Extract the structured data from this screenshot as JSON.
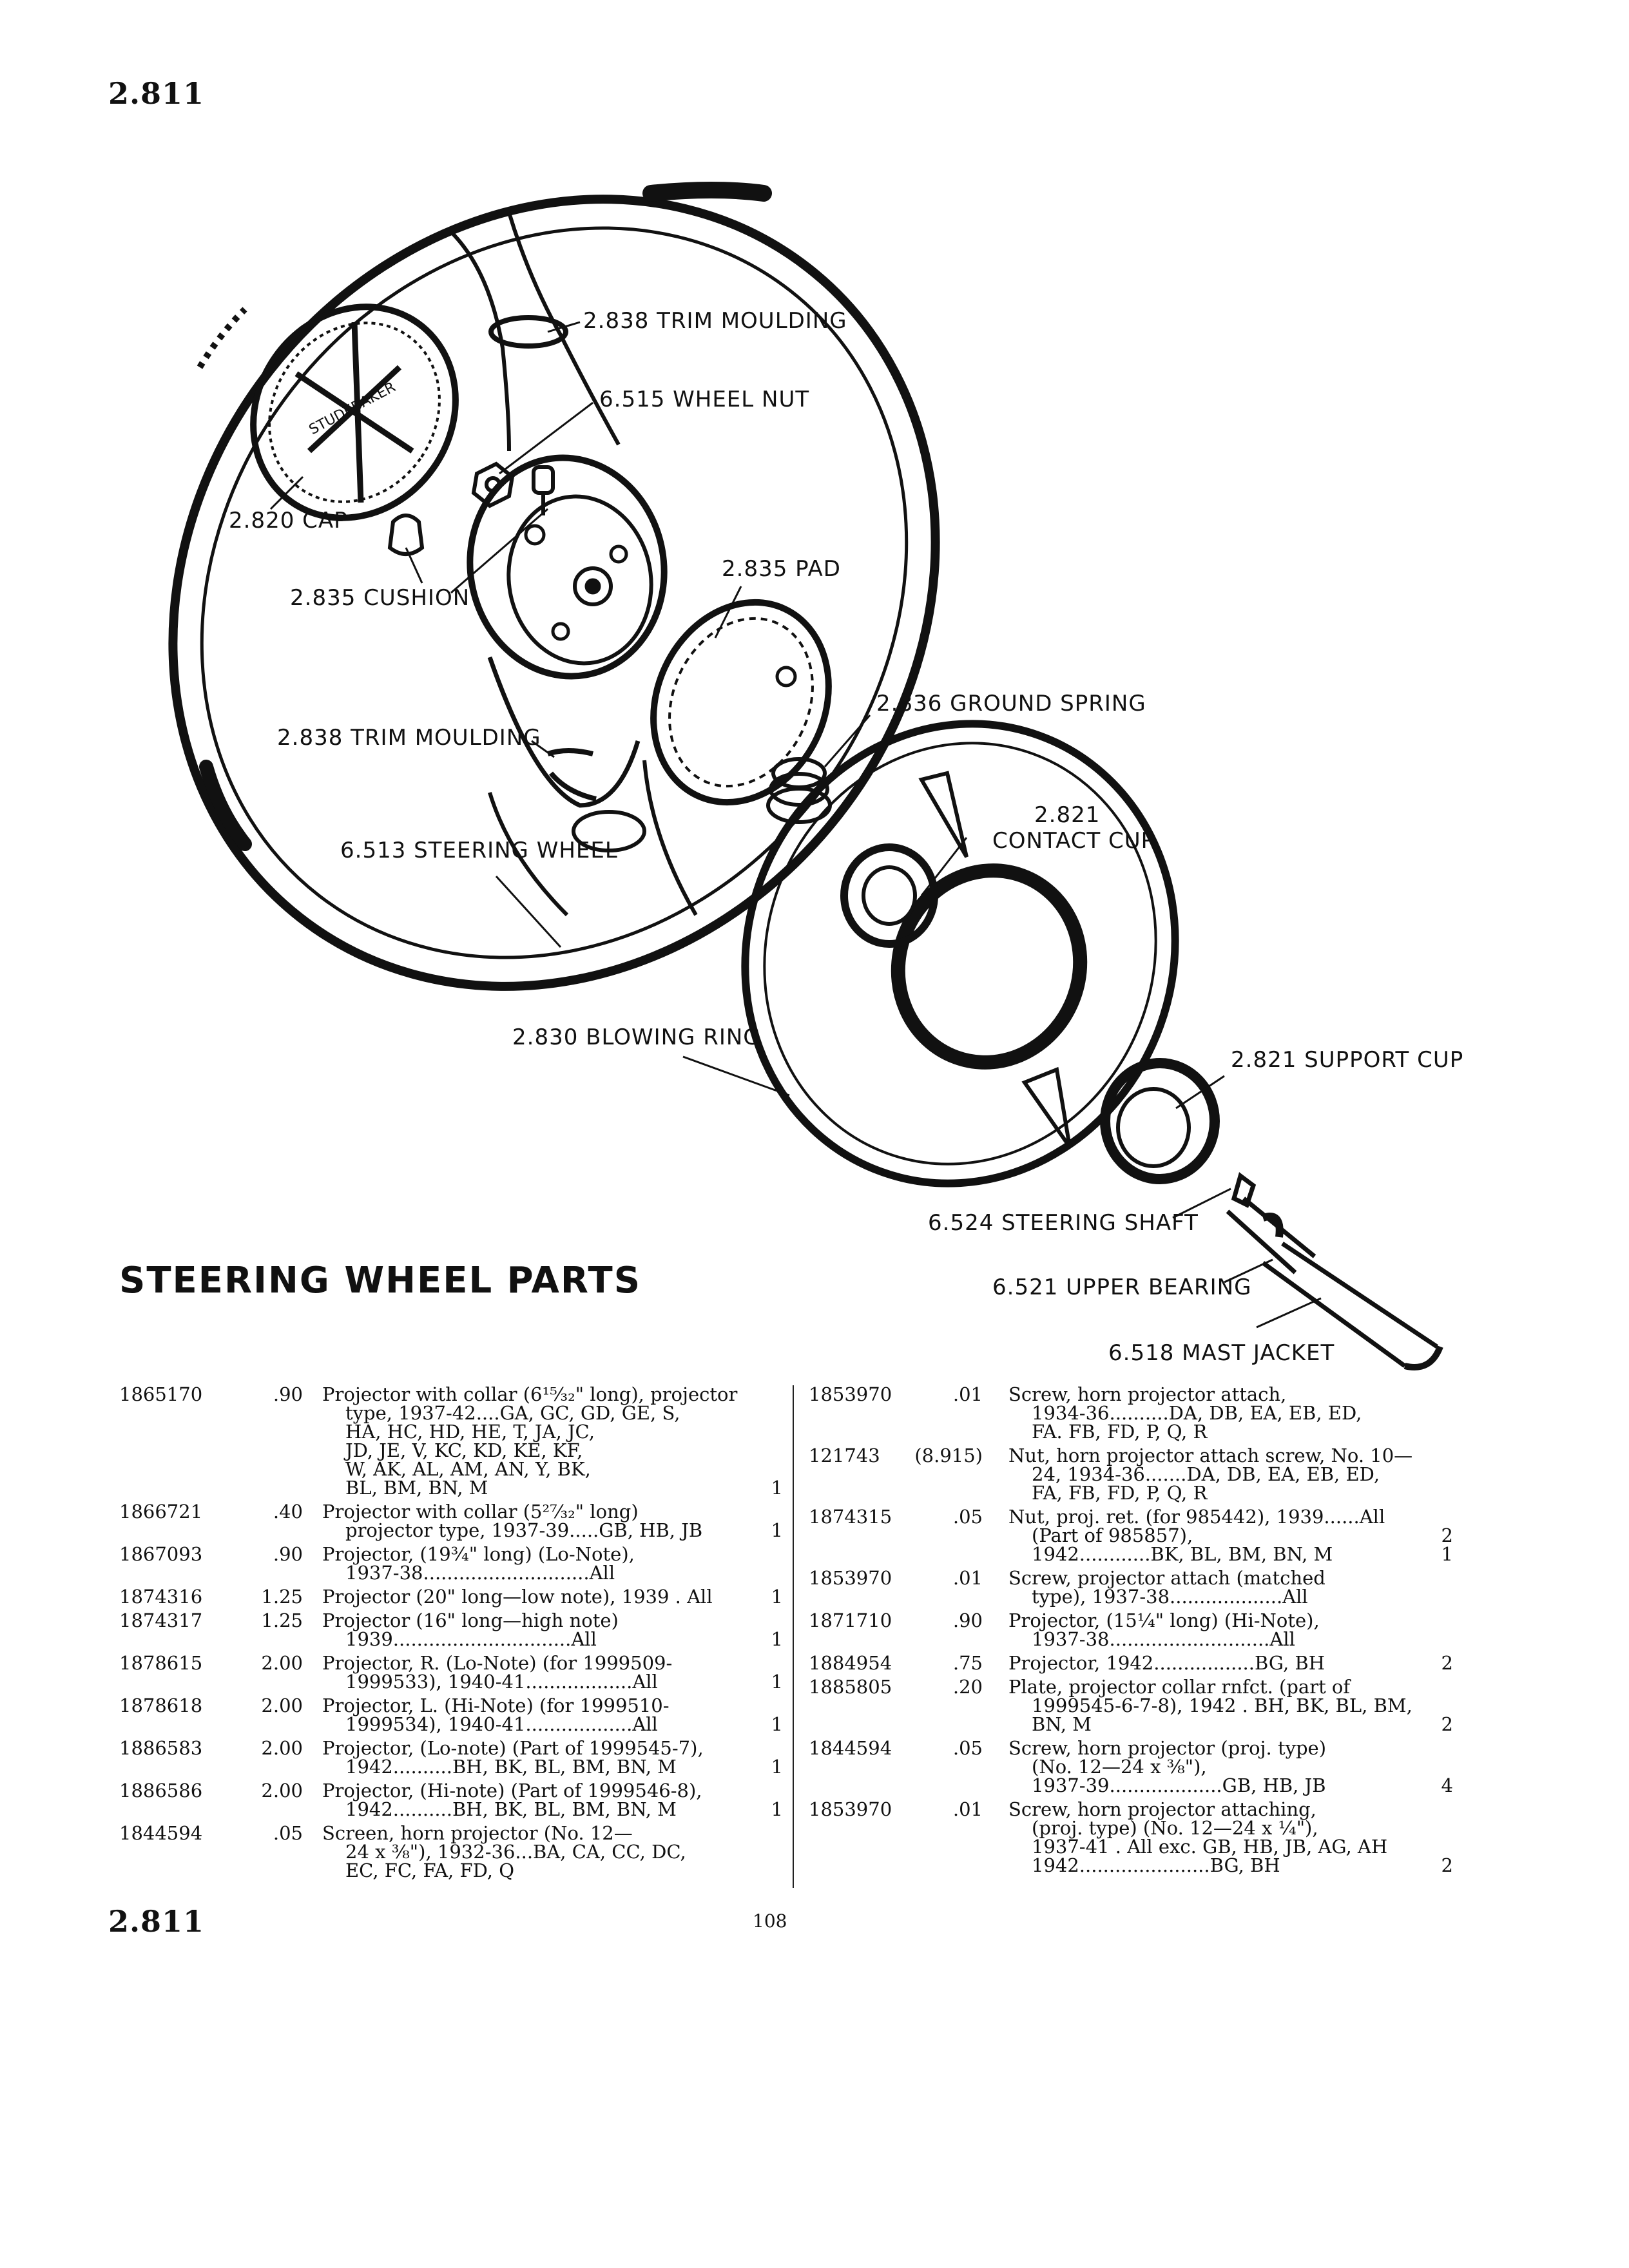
{
  "header": {
    "section_top": "2.811",
    "section_bottom": "2.811",
    "page_number": "108"
  },
  "title": "STEERING WHEEL PARTS",
  "callouts": [
    {
      "id": "trim-moulding-top",
      "text": "2.838 TRIM MOULDING"
    },
    {
      "id": "wheel-nut",
      "text": "6.515 WHEEL NUT"
    },
    {
      "id": "cap",
      "text": "2.820 CAP"
    },
    {
      "id": "cushion",
      "text": "2.835 CUSHION"
    },
    {
      "id": "pad",
      "text": "2.835 PAD"
    },
    {
      "id": "ground-spring",
      "text": "2.836 GROUND SPRING"
    },
    {
      "id": "trim-moulding-lower",
      "text": "2.838 TRIM MOULDING"
    },
    {
      "id": "contact-cup-no",
      "text": "2.821"
    },
    {
      "id": "contact-cup",
      "text": "CONTACT CUP"
    },
    {
      "id": "steering-wheel",
      "text": "6.513 STEERING WHEEL"
    },
    {
      "id": "blowing-ring",
      "text": "2.830 BLOWING RING"
    },
    {
      "id": "support-cup",
      "text": "2.821 SUPPORT CUP"
    },
    {
      "id": "steering-shaft",
      "text": "6.524 STEERING SHAFT"
    },
    {
      "id": "upper-bearing",
      "text": "6.521 UPPER BEARING"
    },
    {
      "id": "mast-jacket",
      "text": "6.518 MAST JACKET"
    }
  ],
  "emblem_text": "STUDEBAKER",
  "parts_left": [
    {
      "part": "1865170",
      "price": ".90",
      "qty": "1",
      "lines": [
        "Projector with collar (6¹⁵⁄₃₂\" long), projector",
        "type, 1937-42....GA, GC, GD, GE, S,",
        "HA, HC, HD, HE, T, JA, JC,",
        "JD, JE, V, KC, KD, KE, KF,",
        "W, AK, AL, AM, AN, Y, BK,",
        "BL, BM, BN, M"
      ]
    },
    {
      "part": "1866721",
      "price": ".40",
      "qty": "1",
      "lines": [
        "Projector with collar (5²⁷⁄₃₂\" long)",
        "projector type, 1937-39.....GB, HB, JB"
      ]
    },
    {
      "part": "1867093",
      "price": ".90",
      "qty": "",
      "lines": [
        "Projector, (19¾\" long) (Lo-Note),",
        "1937-38............................All"
      ]
    },
    {
      "part": "1874316",
      "price": "1.25",
      "qty": "1",
      "lines": [
        "Projector (20\" long—low note), 1939 . All"
      ]
    },
    {
      "part": "1874317",
      "price": "1.25",
      "qty": "1",
      "lines": [
        "Projector (16\" long—high note)",
        "1939..............................All"
      ]
    },
    {
      "part": "1878615",
      "price": "2.00",
      "qty": "1",
      "lines": [
        "Projector, R. (Lo-Note) (for 1999509-",
        "1999533), 1940-41..................All"
      ]
    },
    {
      "part": "1878618",
      "price": "2.00",
      "qty": "1",
      "lines": [
        "Projector, L. (Hi-Note) (for 1999510-",
        "1999534), 1940-41..................All"
      ]
    },
    {
      "part": "1886583",
      "price": "2.00",
      "qty": "1",
      "lines": [
        "Projector, (Lo-note) (Part of 1999545-7),",
        "1942..........BH, BK, BL, BM, BN, M"
      ]
    },
    {
      "part": "1886586",
      "price": "2.00",
      "qty": "1",
      "lines": [
        "Projector, (Hi-note) (Part of 1999546-8),",
        "1942..........BH, BK, BL, BM, BN, M"
      ]
    },
    {
      "part": "1844594",
      "price": ".05",
      "qty": "",
      "lines": [
        "Screen, horn projector (No. 12—",
        "24 x ⅜\"), 1932-36...BA, CA, CC, DC,",
        "EC, FC, FA, FD, Q"
      ]
    }
  ],
  "parts_right": [
    {
      "part": "1853970",
      "price": ".01",
      "qty": "",
      "lines": [
        "Screw, horn projector attach,",
        "1934-36..........DA, DB, EA, EB, ED,",
        "FA. FB, FD, P, Q, R"
      ]
    },
    {
      "part": "121743",
      "price": "(8.915)",
      "qty": "",
      "lines": [
        "Nut, horn projector attach screw, No. 10—",
        "24, 1934-36.......DA, DB, EA, EB, ED,",
        "FA, FB, FD, P, Q, R"
      ]
    },
    {
      "part": "1874315",
      "price": ".05",
      "qty": "2\n1",
      "lines": [
        "Nut, proj. ret. (for 985442), 1939......All",
        "(Part of 985857),",
        "1942............BK, BL, BM, BN, M"
      ]
    },
    {
      "part": "1853970",
      "price": ".01",
      "qty": "",
      "lines": [
        "Screw, projector attach (matched",
        "type), 1937-38...................All"
      ]
    },
    {
      "part": "1871710",
      "price": ".90",
      "qty": "",
      "lines": [
        "Projector, (15¼\" long) (Hi-Note),",
        "1937-38...........................All"
      ]
    },
    {
      "part": "1884954",
      "price": ".75",
      "qty": "2",
      "lines": [
        "Projector, 1942.................BG, BH"
      ]
    },
    {
      "part": "1885805",
      "price": ".20",
      "qty": "2",
      "lines": [
        "Plate, projector collar rnfct. (part of",
        "1999545-6-7-8), 1942 . BH, BK, BL, BM,",
        "BN, M"
      ]
    },
    {
      "part": "1844594",
      "price": ".05",
      "qty": "4",
      "lines": [
        "Screw, horn projector (proj. type)",
        "(No. 12—24 x ⅜\"),",
        "1937-39...................GB, HB, JB"
      ]
    },
    {
      "part": "1853970",
      "price": ".01",
      "qty": "2",
      "lines": [
        "Screw, horn projector attaching,",
        "(proj. type) (No. 12—24 x ¼\"),",
        "1937-41 . All exc. GB, HB, JB, AG, AH",
        "1942......................BG, BH"
      ]
    }
  ]
}
